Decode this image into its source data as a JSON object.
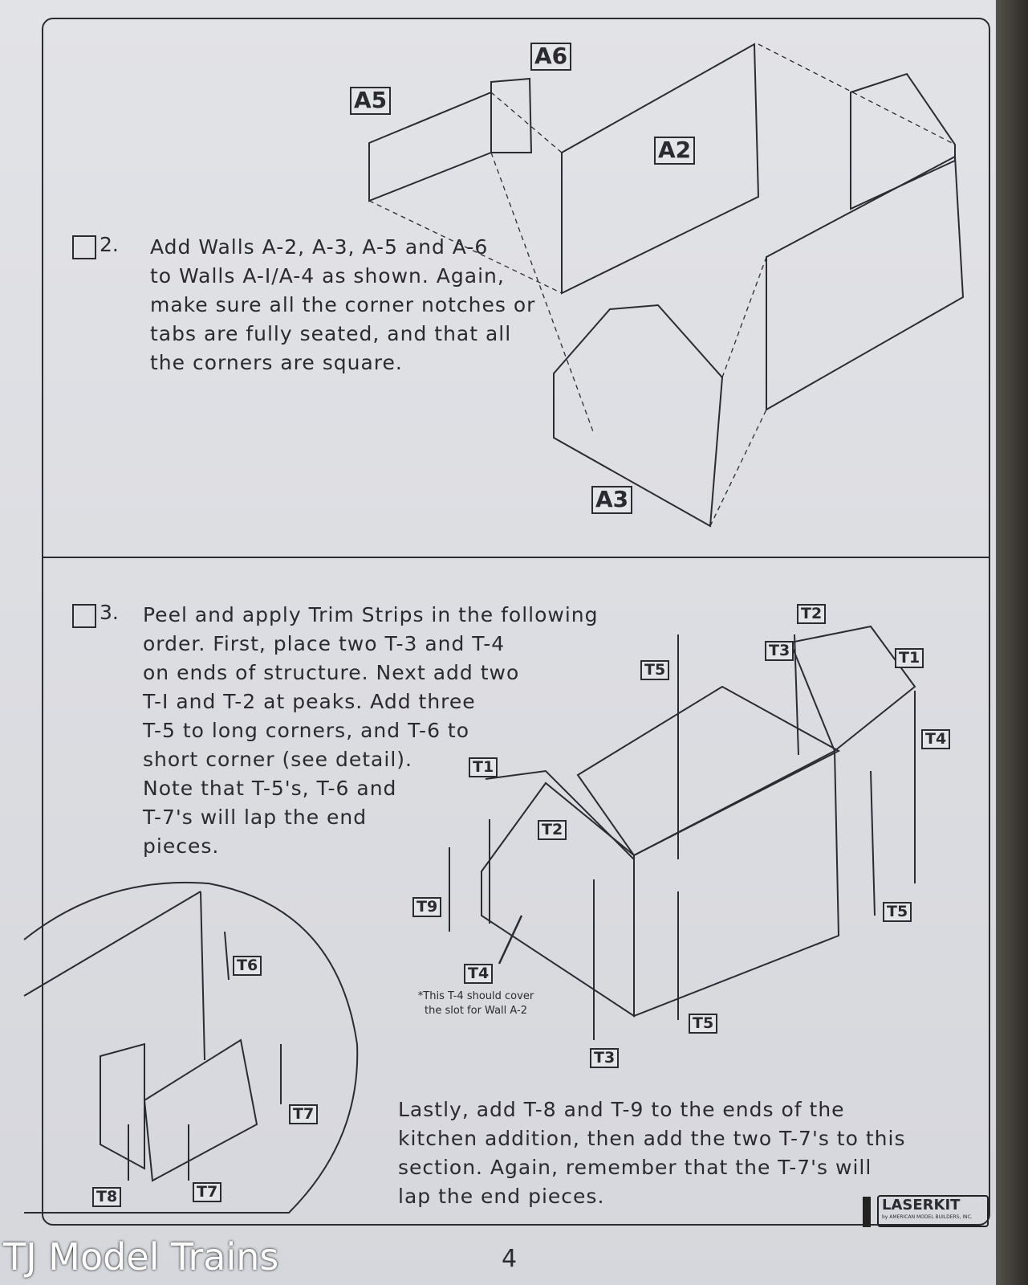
{
  "step2": {
    "number": "2.",
    "lines": [
      "Add Walls A-2, A-3, A-5 and A-6",
      "to Walls A-I/A-4 as shown.  Again,",
      "make sure all the corner notches or",
      "tabs are fully seated, and that all",
      "the corners are square."
    ],
    "labels": {
      "a5": "A5",
      "a6": "A6",
      "a2": "A2",
      "a3": "A3"
    }
  },
  "step3": {
    "number": "3.",
    "lines": [
      "Peel and apply Trim Strips in the following",
      "order.  First, place two T-3 and T-4",
      "on ends of structure.  Next add two",
      "T-I and T-2 at peaks.  Add three",
      "T-5 to long corners, and T-6 to",
      "short corner (see detail).",
      "Note that T-5's, T-6 and",
      "T-7's will lap the end",
      "pieces."
    ],
    "labels": {
      "t1a": "T1",
      "t1b": "T1",
      "t2a": "T2",
      "t2b": "T2",
      "t3a": "T3",
      "t3b": "T3",
      "t4a": "T4",
      "t4b": "T4",
      "t5a": "T5",
      "t5b": "T5",
      "t5c": "T5",
      "t9": "T9",
      "t6": "T6",
      "t7a": "T7",
      "t7b": "T7",
      "t8": "T8"
    },
    "note": [
      "*This T-4 should cover",
      "the slot for Wall A-2"
    ],
    "lastly": [
      "Lastly, add T-8 and T-9 to the ends of the",
      "kitchen addition, then add the two T-7's to this",
      "section.  Again, remember that the T-7's will",
      "lap the end pieces."
    ]
  },
  "logo": {
    "name": "LASERKIT",
    "sub": "by AMERICAN MODEL BUILDERS, INC."
  },
  "page_number": "4",
  "watermark": "TJ Model Trains"
}
